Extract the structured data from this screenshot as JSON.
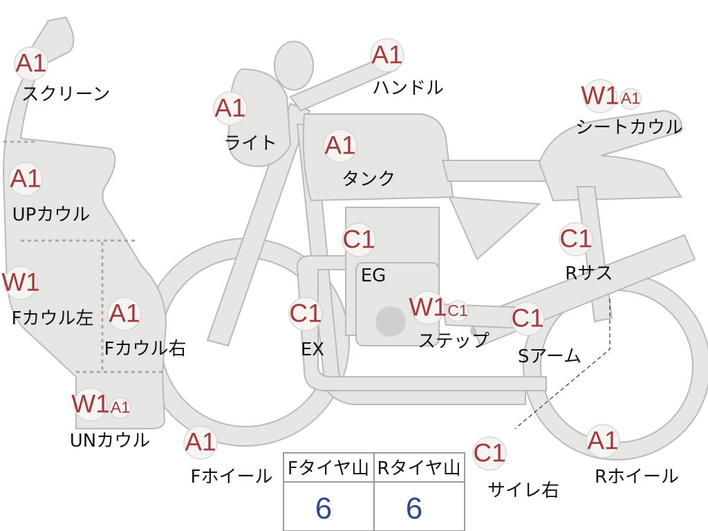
{
  "colors": {
    "body_fill": "#e6e6e4",
    "body_stroke": "#b9b9b7",
    "grade_text": "#a33a3a",
    "badge_fill": "#f6f4f2",
    "value_text": "#2e4a8f"
  },
  "parts": {
    "screen": {
      "grade": "A1",
      "label": "スクリーン"
    },
    "light": {
      "grade": "A1",
      "label": "ライト"
    },
    "handle": {
      "grade": "A1",
      "label": "ハンドル"
    },
    "seat_cowl": {
      "grade": "W1",
      "grade2": "A1",
      "label": "シートカウル"
    },
    "tank": {
      "grade": "A1",
      "label": "タンク"
    },
    "up_cowl": {
      "grade": "A1",
      "label": "UPカウル"
    },
    "engine": {
      "grade": "C1",
      "label": "EG"
    },
    "rear_susp": {
      "grade": "C1",
      "label": "Rサス"
    },
    "f_cowl_left": {
      "grade": "W1",
      "label": "Fカウル左"
    },
    "f_cowl_right": {
      "grade": "A1",
      "label": "Fカウル右"
    },
    "exhaust": {
      "grade": "C1",
      "label": "EX"
    },
    "step": {
      "grade": "W1",
      "grade2": "C1",
      "label": "ステップ"
    },
    "swing_arm": {
      "grade": "C1",
      "label": "Sアーム"
    },
    "un_cowl": {
      "grade": "W1",
      "grade2": "A1",
      "label": "UNカウル"
    },
    "f_wheel": {
      "grade": "A1",
      "label": "Fホイール"
    },
    "silencer": {
      "grade": "C1",
      "label": "サイレ右"
    },
    "r_wheel": {
      "grade": "A1",
      "label": "Rホイール"
    }
  },
  "tire_table": {
    "front_header": "Fタイヤ山",
    "rear_header": "Rタイヤ山",
    "front_value": "6",
    "rear_value": "6"
  }
}
